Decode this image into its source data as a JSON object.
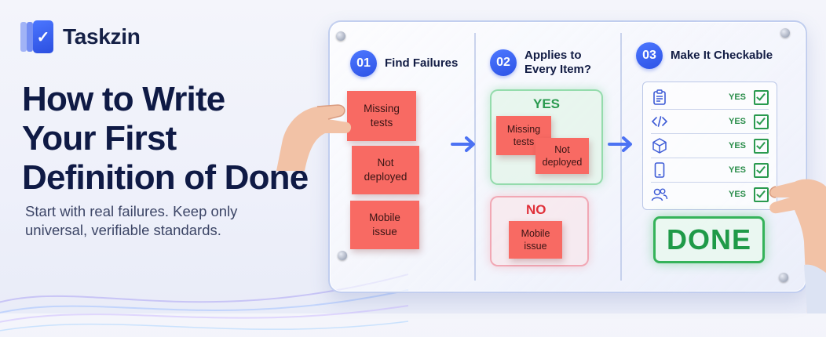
{
  "brand": {
    "name": "Taskzin",
    "logo_icon": "check-icon"
  },
  "headline": {
    "lines": [
      "How to Write",
      "Your First",
      "Definition of Done"
    ]
  },
  "subtitle": {
    "lines": [
      "Start with real failures. Keep only",
      "universal, verifiable standards."
    ]
  },
  "steps": [
    {
      "number": "01",
      "title_lines": [
        "Find Failures"
      ]
    },
    {
      "number": "02",
      "title_lines": [
        "Applies to",
        "Every Item?"
      ]
    },
    {
      "number": "03",
      "title_lines": [
        "Make It Checkable"
      ]
    }
  ],
  "failures": [
    {
      "lines": [
        "Missing",
        "tests"
      ]
    },
    {
      "lines": [
        "Not",
        "deployed"
      ]
    },
    {
      "lines": [
        "Mobile",
        "issue"
      ]
    }
  ],
  "yes_box": {
    "label": "YES",
    "notes": [
      {
        "lines": [
          "Missing",
          "tests"
        ]
      },
      {
        "lines": [
          "Not",
          "deployed"
        ]
      }
    ]
  },
  "no_box": {
    "label": "NO",
    "notes": [
      {
        "lines": [
          "Mobile",
          "issue"
        ]
      }
    ]
  },
  "checklist": [
    {
      "icon": "clipboard-icon",
      "status": "YES"
    },
    {
      "icon": "code-icon",
      "status": "YES"
    },
    {
      "icon": "cube-icon",
      "status": "YES"
    },
    {
      "icon": "mobile-icon",
      "status": "YES"
    },
    {
      "icon": "users-icon",
      "status": "YES"
    }
  ],
  "done_stamp": "DONE",
  "colors": {
    "accent_blue": "#3d63f0",
    "sticky_note": "#f86a63",
    "yes_green": "#2a9a4f",
    "no_red": "#e0303a",
    "headline": "#0f1a45"
  }
}
